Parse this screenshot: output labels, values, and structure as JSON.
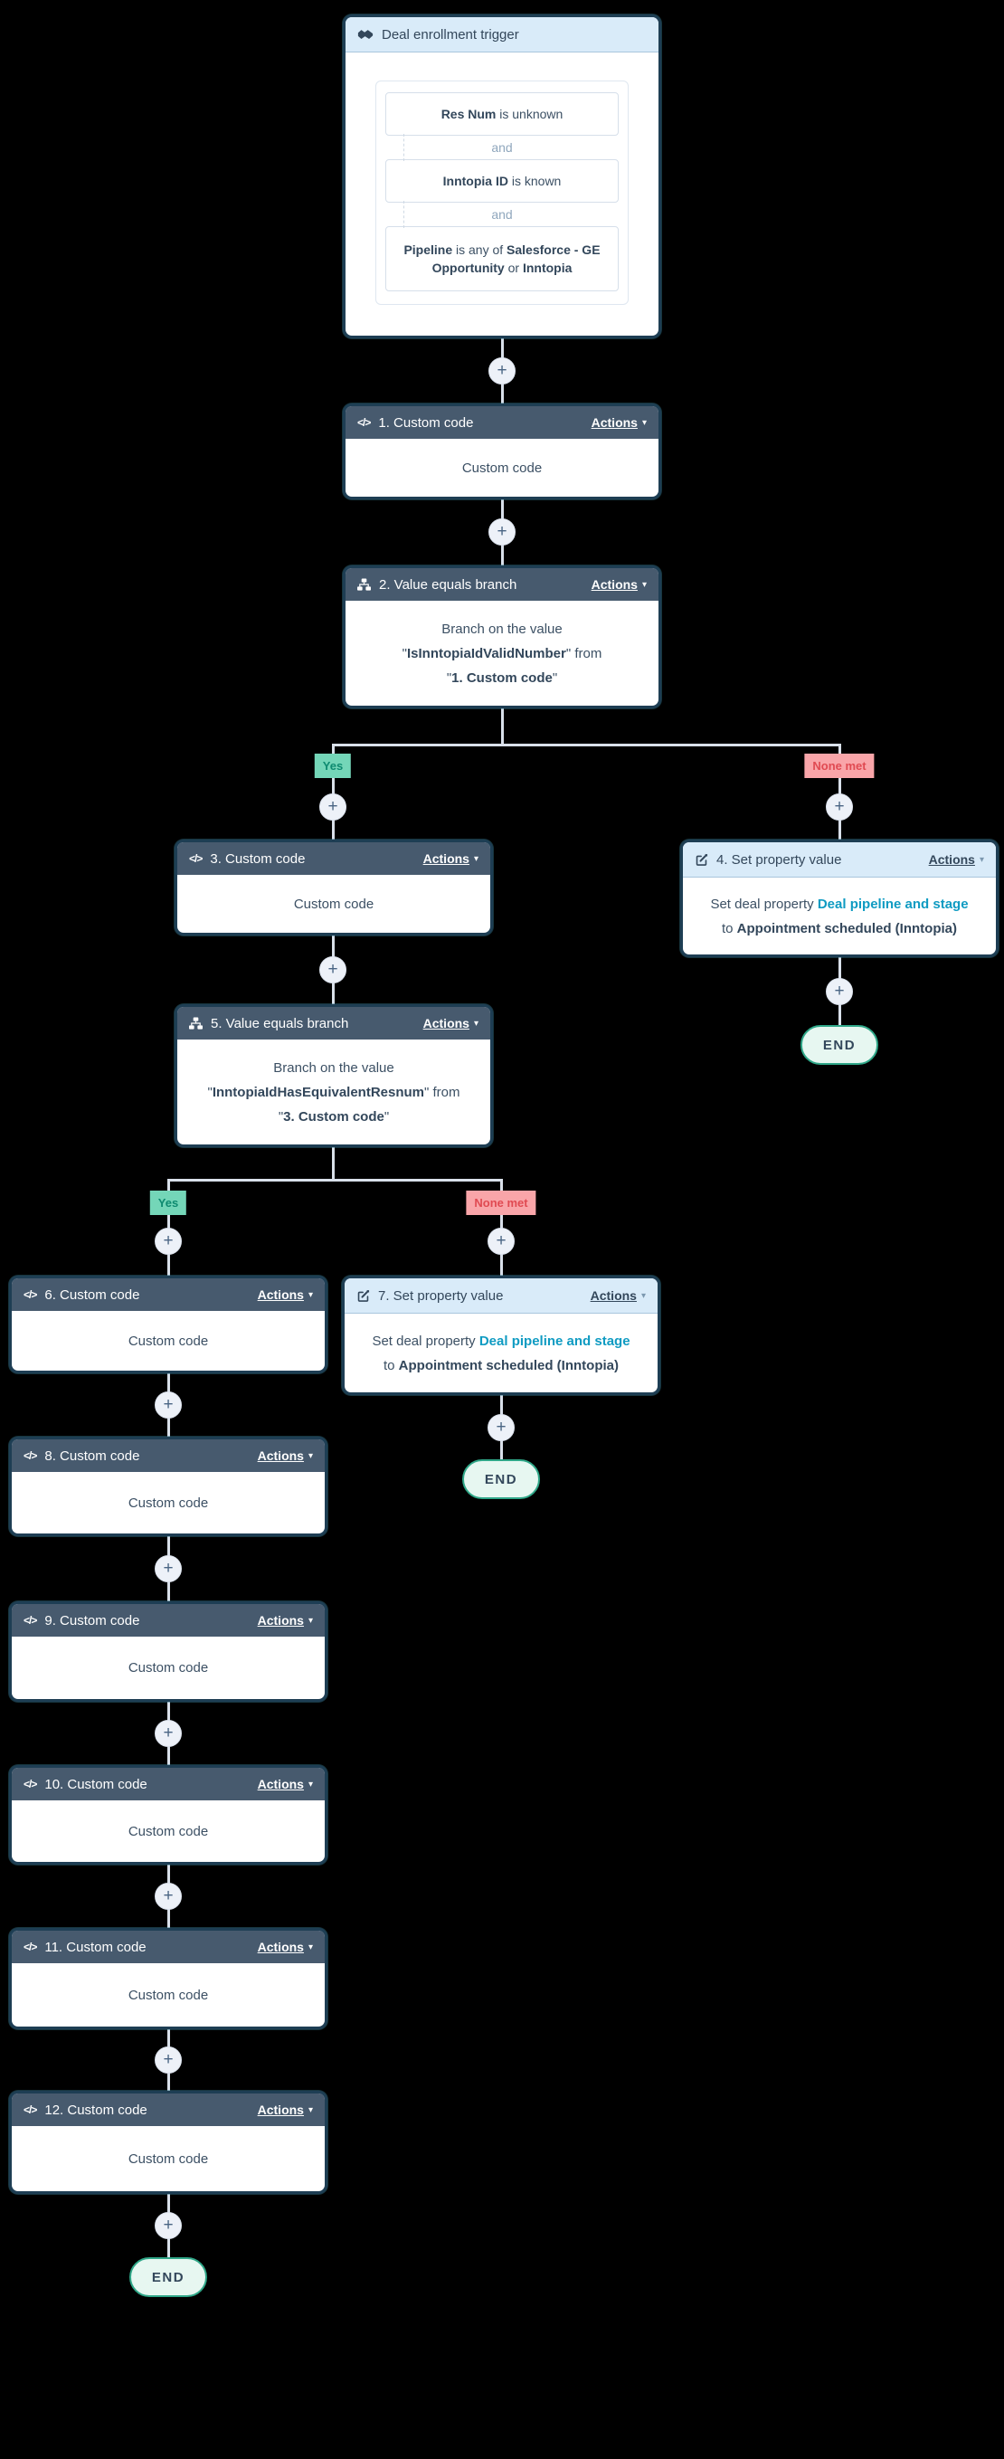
{
  "colors": {
    "canvas": "#000000",
    "header_dark": "#475a6e",
    "header_light": "#d9ebf9",
    "header_light_border": "#a9c6dd",
    "node_border": "#1e3e54",
    "node_bg": "#ffffff",
    "text": "#3c5064",
    "title_light_text": "#33475b",
    "link_teal": "#0f9bc2",
    "line": "#d9e0ea",
    "plus_bg": "#edf1f8",
    "plus_symbol": "#4a6584",
    "yes_bg": "#74d6b8",
    "yes_text": "#0e8a70",
    "none_bg": "#f9a5a9",
    "none_text": "#e04a52",
    "end_bg": "#e7f7f1",
    "end_border": "#2fa788",
    "end_text": "#33475b",
    "and_text": "#90a7bd",
    "card_border": "#d6dfea",
    "group_border": "#dfe7f0"
  },
  "icons": {
    "trigger": "handshake",
    "code_glyph": "</>",
    "branch": "sitemap",
    "edit": "pencil-square",
    "caret": "▾",
    "plus": "+"
  },
  "actions_label": "Actions",
  "end_label": "END",
  "branch_labels": {
    "yes": "Yes",
    "none_met": "None met"
  },
  "trigger": {
    "title": "Deal enrollment trigger",
    "and": "and",
    "cond1": {
      "bold": "Res Num",
      "rest": " is unknown"
    },
    "cond2": {
      "bold": "Inntopia ID",
      "rest": " is known"
    },
    "cond3": {
      "bold1": "Pipeline",
      "mid1": " is any of ",
      "bold2": "Salesforce - GE Opportunity",
      "mid2": " or ",
      "bold3": "Inntopia"
    }
  },
  "nodes": {
    "n1": {
      "title": "1. Custom code",
      "body": "Custom code"
    },
    "n2": {
      "title": "2. Value equals branch",
      "line1": "Branch on the value",
      "q_open": "\"",
      "prop": "IsInntopiaIdValidNumber",
      "q_from": "\" from",
      "src_open": "\"",
      "src": "1. Custom code",
      "src_close": "\""
    },
    "n3": {
      "title": "3. Custom code",
      "body": "Custom code"
    },
    "n4": {
      "title": "4. Set property value",
      "pre": "Set deal property ",
      "property": "Deal pipeline and stage",
      "to": "to ",
      "value": "Appointment scheduled (Inntopia)"
    },
    "n5": {
      "title": "5. Value equals branch",
      "line1": "Branch on the value",
      "q_open": "\"",
      "prop": "InntopiaIdHasEquivalentResnum",
      "q_from": "\" from",
      "src_open": "\"",
      "src": "3. Custom code",
      "src_close": "\""
    },
    "n6": {
      "title": "6. Custom code",
      "body": "Custom code"
    },
    "n7": {
      "title": "7. Set property value",
      "pre": "Set deal property ",
      "property": "Deal pipeline and stage",
      "to": "to ",
      "value": "Appointment scheduled (Inntopia)"
    },
    "n8": {
      "title": "8. Custom code",
      "body": "Custom code"
    },
    "n9": {
      "title": "9. Custom code",
      "body": "Custom code"
    },
    "n10": {
      "title": "10. Custom code",
      "body": "Custom code"
    },
    "n11": {
      "title": "11. Custom code",
      "body": "Custom code"
    },
    "n12": {
      "title": "12. Custom code",
      "body": "Custom code"
    }
  }
}
